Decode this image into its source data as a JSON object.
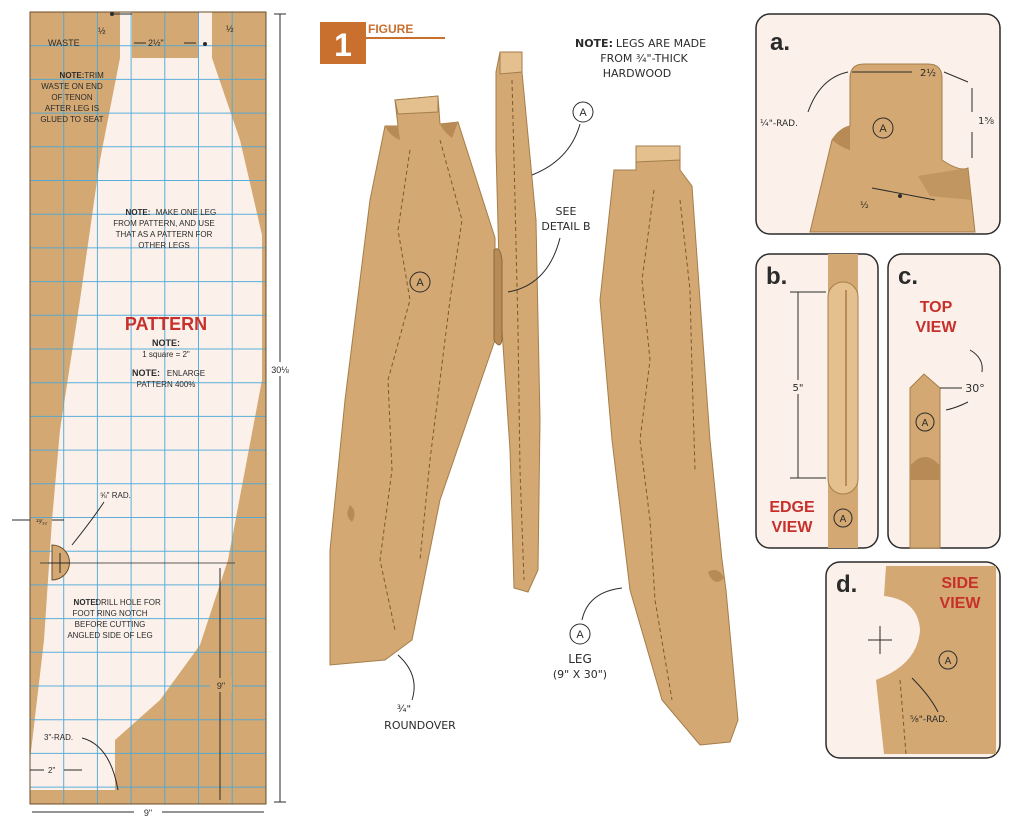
{
  "pattern": {
    "waste_label": "WASTE",
    "half_left": "½",
    "tenon_width": "2½\"",
    "half_right": "½",
    "note_trim_head": "NOTE:",
    "note_trim_lines": [
      "TRIM",
      "WASTE ON END",
      "OF TENON",
      "AFTER LEG IS",
      "GLUED TO SEAT"
    ],
    "note_make_head": "NOTE:",
    "note_make_lines": [
      "MAKE ONE LEG",
      "FROM PATTERN, AND USE",
      "THAT AS A PATTERN FOR",
      "OTHER LEGS"
    ],
    "title": "PATTERN",
    "note_square_head": "NOTE:",
    "note_square_text": "1 square = 2\"",
    "note_enlarge_head": "NOTE:",
    "note_enlarge_lines": [
      "ENLARGE",
      "PATTERN 400%"
    ],
    "height_label": "30⅛",
    "notch_offset": "¹³⁄₃₂",
    "notch_radius": "⅝\" RAD.",
    "note_drill_head": "NOTE:",
    "note_drill_lines": [
      "DRILL HOLE FOR",
      "FOOT RING NOTCH",
      "BEFORE CUTTING",
      "ANGLED SIDE OF LEG"
    ],
    "nine_vertical": "9\"",
    "bottom_radius": "3\"-RAD.",
    "bottom_offset": "2\"",
    "width_label": "9\""
  },
  "figure": {
    "number": "1",
    "tag": "FIGURE",
    "note_head": "NOTE:",
    "note_lines": [
      "LEGS ARE MADE",
      "FROM ¾\"-THICK",
      "HARDWOOD"
    ],
    "callout_a": "A",
    "see_detail": [
      "SEE",
      "DETAIL B"
    ],
    "roundover": [
      "¾\"",
      "ROUNDOVER"
    ],
    "leg_label": [
      "LEG",
      "(9\" X 30\")"
    ]
  },
  "detail_a": {
    "letter": "a.",
    "width": "2½",
    "radius": "¼\"-RAD.",
    "height": "1⅝",
    "half": "½",
    "part": "A"
  },
  "detail_b": {
    "letter": "b.",
    "length": "5\"",
    "view": [
      "EDGE",
      "VIEW"
    ],
    "part": "A"
  },
  "detail_c": {
    "letter": "c.",
    "view": [
      "TOP",
      "VIEW"
    ],
    "angle": "30°",
    "part": "A"
  },
  "detail_d": {
    "letter": "d.",
    "view": [
      "SIDE",
      "VIEW"
    ],
    "radius": "⅝\"-RAD.",
    "part": "A"
  },
  "colors": {
    "wood": "#d3a872",
    "wood_dark": "#b88a55",
    "pattern_bg": "#fbf1ea",
    "grid": "#4aa7d8",
    "red": "#c8302c",
    "figure_tag": "#c9702f"
  }
}
